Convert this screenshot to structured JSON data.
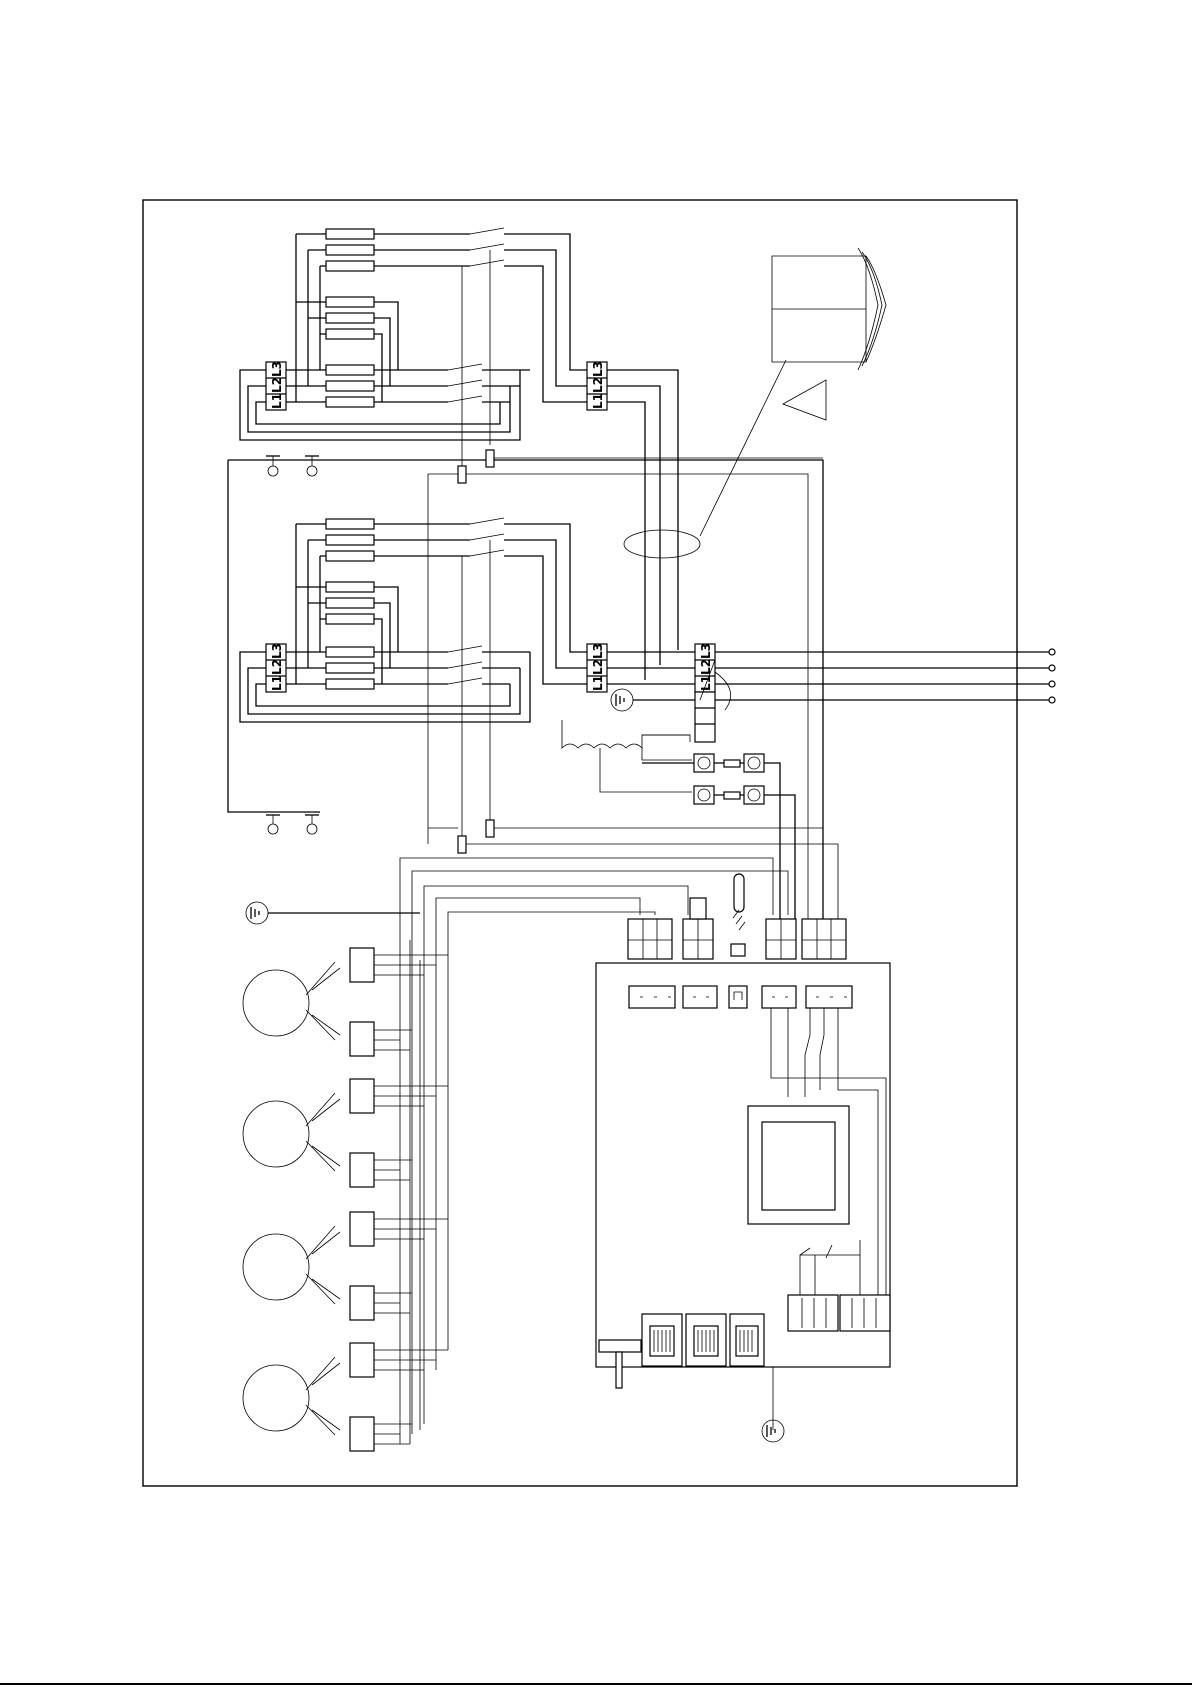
{
  "terminal_block": {
    "labels": [
      "L1",
      "L2",
      "L3"
    ]
  }
}
